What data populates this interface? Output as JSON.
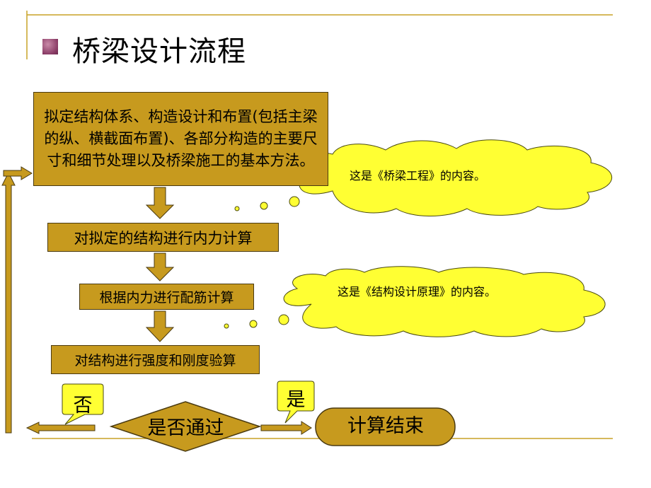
{
  "slide": {
    "title": "桥梁设计流程",
    "bullet_icon": "square-bullet"
  },
  "flow": {
    "step1": "拟定结构体系、构造设计和布置(包括主梁的纵、横截面布置)、各部分构造的主要尺寸和细节处理以及桥梁施工的基本方法。",
    "step2": "对拟定的结构进行内力计算",
    "step3": "根据内力进行配筋计算",
    "step4": "对结构进行强度和刚度验算",
    "decision": "是否通过",
    "end": "计算结束",
    "no_label": "否",
    "yes_label": "是"
  },
  "callouts": {
    "bubble1": "这是《桥梁工程》的内容。",
    "bubble2": "这是《结构设计原理》的内容。"
  },
  "colors": {
    "box_fill": "#c79a1e",
    "bubble_fill": "#ffff33",
    "arrow_fill": "#c79a1e",
    "end_fill": "#c79a1e",
    "divider": "#c9a227"
  }
}
